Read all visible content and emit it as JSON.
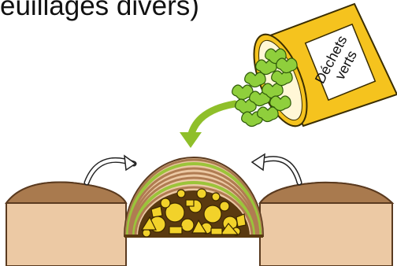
{
  "title": "euillages divers)",
  "bin_label": "Déchets verts",
  "colors": {
    "soil": "#ecc9a4",
    "soil_top": "#a97a4e",
    "ground_outline": "#5a3a1f",
    "layer_brown": "#b07c52",
    "layer_green": "#9bc43a",
    "bin_yellow": "#f5c31e",
    "bin_outline": "#3a2d00",
    "rubble_fill": "#f2d22a",
    "rubble_bg": "#5a3a10",
    "leaf_green": "#8fcf3c",
    "arrow_green": "#8fbf2a"
  },
  "icons": [
    "green-waste-bin",
    "leaves",
    "curved-arrow",
    "rubble"
  ]
}
